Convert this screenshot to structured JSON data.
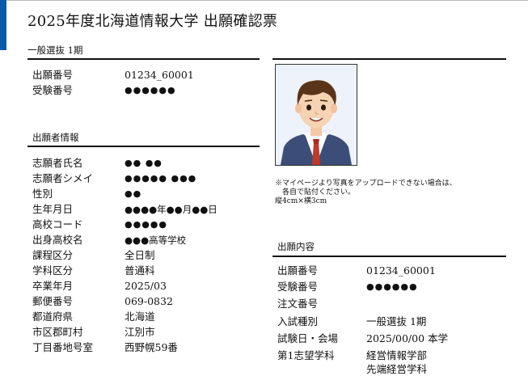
{
  "title": "2025年度北海道情報大学 出願確認票",
  "exam_section": {
    "label": "一般選抜 1期",
    "rows": [
      {
        "key": "出願番号",
        "value": "01234_60001"
      },
      {
        "key": "受験番号",
        "value": "●●●●●●"
      }
    ]
  },
  "applicant_section": {
    "label": "出願者情報",
    "rows": [
      {
        "key": "志願者氏名",
        "value": "●● ●●"
      },
      {
        "key": "志願者シメイ",
        "value": "●●●●● ●●●"
      },
      {
        "key": "性別",
        "value": "●●"
      },
      {
        "key": "生年月日",
        "value": "●●●●年●●月●●日"
      },
      {
        "key": "高校コード",
        "value": "●●●●●"
      },
      {
        "key": "出身高校名",
        "value": "●●●高等学校"
      },
      {
        "key": "課程区分",
        "value": "全日制"
      },
      {
        "key": "学科区分",
        "value": "普通科"
      },
      {
        "key": "卒業年月",
        "value": "2025/03"
      },
      {
        "key": "郵便番号",
        "value": "069-0832"
      },
      {
        "key": "都道府県",
        "value": "北海道"
      },
      {
        "key": "市区郡町村",
        "value": "江別市"
      },
      {
        "key": "丁目番地号室",
        "value": "西野幌59番"
      }
    ]
  },
  "photo_note": {
    "line1": "※マイページより写真をアップロードできない場合は、",
    "line2": "　各自で貼付ください。",
    "line3": "縦4cm×横3cm"
  },
  "application_section": {
    "label": "出願内容",
    "rows": [
      {
        "key": "出願番号",
        "value": "01234_60001"
      },
      {
        "key": "受験番号",
        "value": "●●●●●●"
      },
      {
        "key": "注文番号",
        "value": ""
      },
      {
        "key": "入試種別",
        "value": "一般選抜 1期"
      },
      {
        "key": "試験日・会場",
        "value": "2025/00/00 本学"
      },
      {
        "key": "第1志望学科",
        "value": "経営情報学部"
      },
      {
        "key": "",
        "value": "先端経営学科"
      }
    ]
  },
  "colors": {
    "accent": "#0a5aa8",
    "rule": "#111111"
  }
}
